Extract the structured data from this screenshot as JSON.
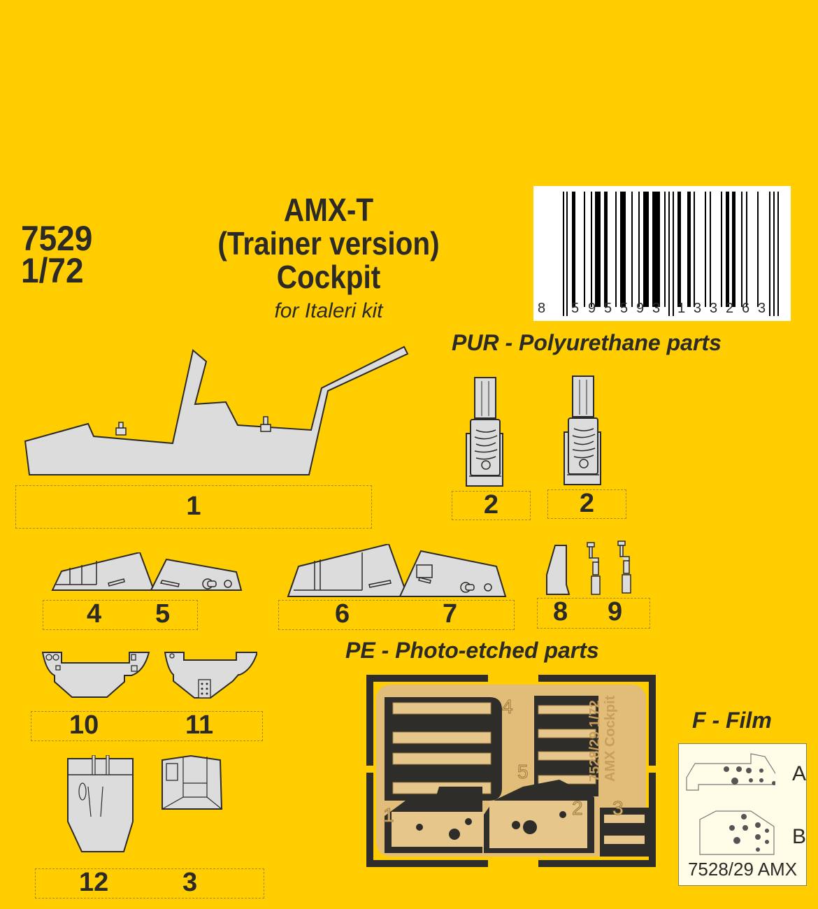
{
  "product": {
    "number": "7529",
    "scale": "1/72",
    "title_lines": [
      "AMX-T",
      "(Trainer version)",
      "Cockpit"
    ],
    "subtitle": "for Italeri kit",
    "barcode_digits": [
      "8",
      "5",
      "9",
      "5",
      "5",
      "9",
      "3",
      "1",
      "3",
      "3",
      "2",
      "6",
      "3"
    ],
    "barcode_text": "8595593133263"
  },
  "sections": {
    "pur": "PUR - Polyurethane parts",
    "pe": "PE - Photo-etched parts",
    "film": "F - Film"
  },
  "pur_parts": {
    "p1": "1",
    "p2a": "2",
    "p2b": "2",
    "p4": "4",
    "p5": "5",
    "p6": "6",
    "p7": "7",
    "p8": "8",
    "p9": "9",
    "p10": "10",
    "p11": "11",
    "p12": "12",
    "p3": "3"
  },
  "pe_fret": {
    "label_line1": "7528/29 1/72",
    "label_line2": "AMX Cockpit",
    "numbers": [
      "4",
      "5",
      "1",
      "2",
      "3"
    ]
  },
  "film": {
    "panel_a": "A",
    "panel_b": "B",
    "caption": "7528/29 AMX"
  },
  "colors": {
    "background": "#ffcd00",
    "part_fill": "#dcdcdc",
    "outline": "#2b2a26",
    "pe_brass": "#e2bd7a",
    "pe_dark": "#2e2d2a"
  }
}
